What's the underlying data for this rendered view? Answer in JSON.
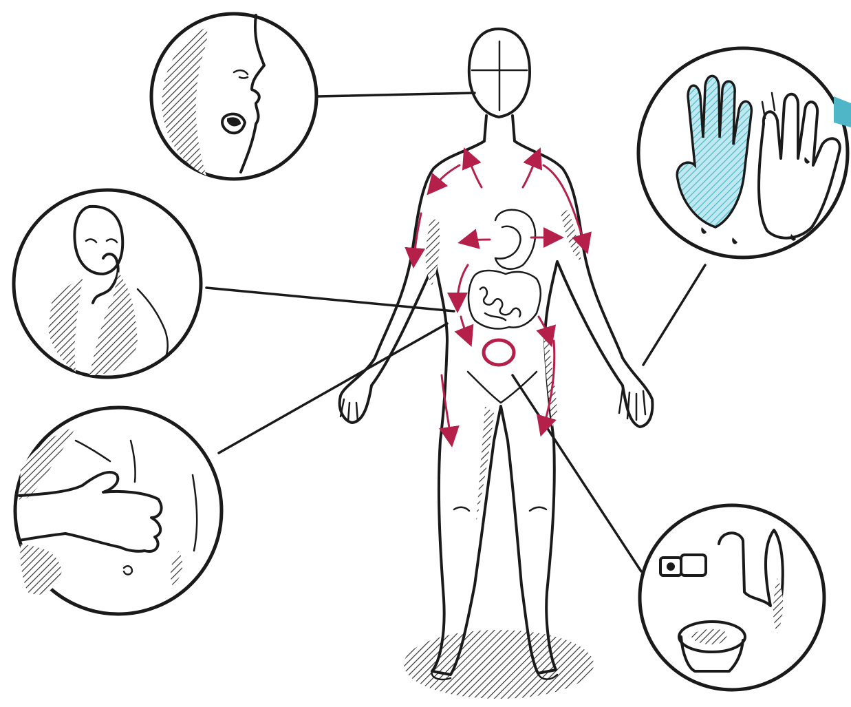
{
  "illustration": {
    "subject": "human-body-symptoms",
    "colors": {
      "ink": "#1a1a1a",
      "accent_red": "#b4204a",
      "accent_blue": "#4fb6c8",
      "background": "#ffffff"
    },
    "callouts": [
      {
        "id": "callout-face",
        "icon": "open-mouth-face-icon"
      },
      {
        "id": "callout-nausea",
        "icon": "hand-over-mouth-icon"
      },
      {
        "id": "callout-abdomen",
        "icon": "hand-on-abdomen-icon"
      },
      {
        "id": "callout-hands",
        "icon": "sweaty-hands-icon"
      },
      {
        "id": "callout-toilet",
        "icon": "toilet-icon"
      }
    ]
  }
}
